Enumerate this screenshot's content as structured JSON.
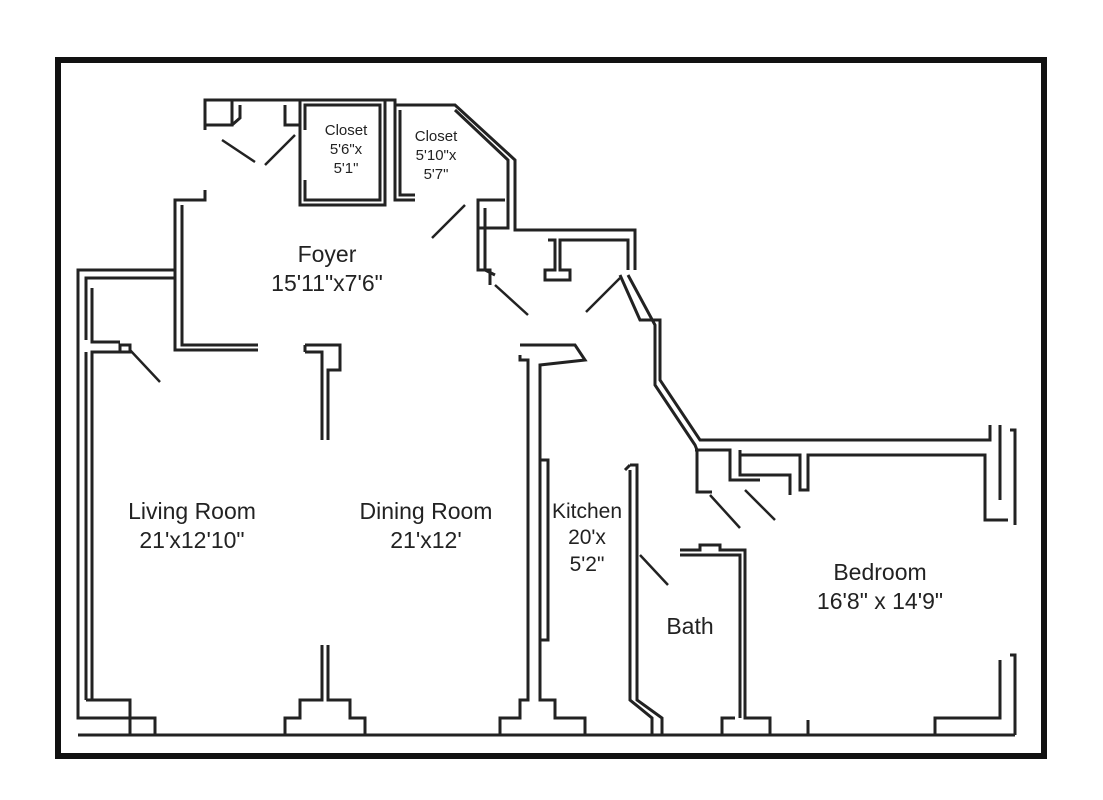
{
  "rooms": {
    "closet_1": {
      "name": "Closet",
      "dim_line1": "5'6\"x",
      "dim_line2": "5'1\""
    },
    "closet_2": {
      "name": "Closet",
      "dim_line1": "5'10\"x",
      "dim_line2": "5'7\""
    },
    "foyer": {
      "name": "Foyer",
      "dims": "15'11\"x7'6\""
    },
    "living_room": {
      "name": "Living Room",
      "dims": "21'x12'10\""
    },
    "dining_room": {
      "name": "Dining Room",
      "dims": "21'x12'"
    },
    "kitchen": {
      "name": "Kitchen",
      "dim_line1": "20'x",
      "dim_line2": "5'2\""
    },
    "bath": {
      "name": "Bath"
    },
    "bedroom": {
      "name": "Bedroom",
      "dims": "16'8\" x 14'9\""
    }
  },
  "colors": {
    "wall": "#222222",
    "background": "#ffffff",
    "frame": "#111111"
  }
}
